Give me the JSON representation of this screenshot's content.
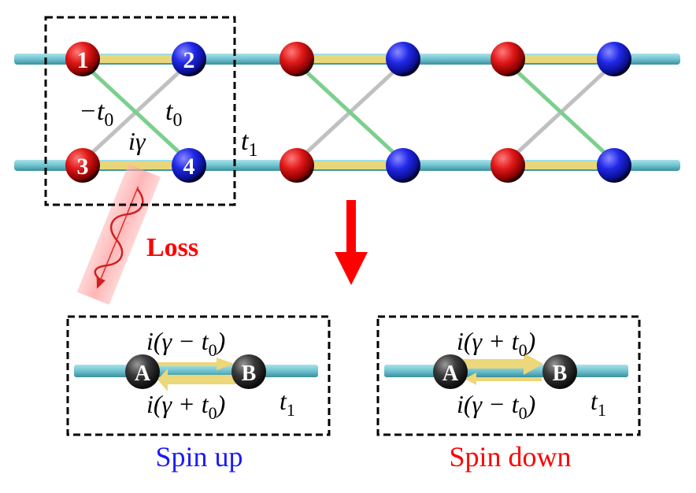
{
  "colors": {
    "rod": "#6fc3cf",
    "intra_bond": "#e8d77a",
    "green_bond": "#7ccf8e",
    "gray_bond": "#c8c8c8",
    "site_a": "#e02020",
    "site_b": "#2030e0",
    "loss": "#ff0000",
    "spin_up": "#1a1aff",
    "spin_down": "#ff0000",
    "arrow_yellow": "#ecd77a",
    "effective_site": "#333333"
  },
  "unit_cell": {
    "site_labels": [
      "1",
      "2",
      "3",
      "4"
    ],
    "coupling_neg_t0": {
      "prefix": "−t",
      "sub": "0"
    },
    "coupling_t0": {
      "prefix": "t",
      "sub": "0"
    },
    "coupling_igamma": "iγ",
    "coupling_t1": {
      "prefix": "t",
      "sub": "1"
    }
  },
  "loss_label": "Loss",
  "effective_models": [
    {
      "name": "spin-up",
      "site_a": "A",
      "site_b": "B",
      "top_coupling": {
        "prefix": "i(γ − t",
        "sub": "0",
        "suffix": ")"
      },
      "bottom_coupling": {
        "prefix": "i(γ + t",
        "sub": "0",
        "suffix": ")"
      },
      "inter_coupling": {
        "prefix": "t",
        "sub": "1"
      },
      "caption": "Spin up"
    },
    {
      "name": "spin-down",
      "site_a": "A",
      "site_b": "B",
      "top_coupling": {
        "prefix": "i(γ + t",
        "sub": "0",
        "suffix": ")"
      },
      "bottom_coupling": {
        "prefix": "i(γ − t",
        "sub": "0",
        "suffix": ")"
      },
      "inter_coupling": {
        "prefix": "t",
        "sub": "1"
      },
      "caption": "Spin down"
    }
  ]
}
